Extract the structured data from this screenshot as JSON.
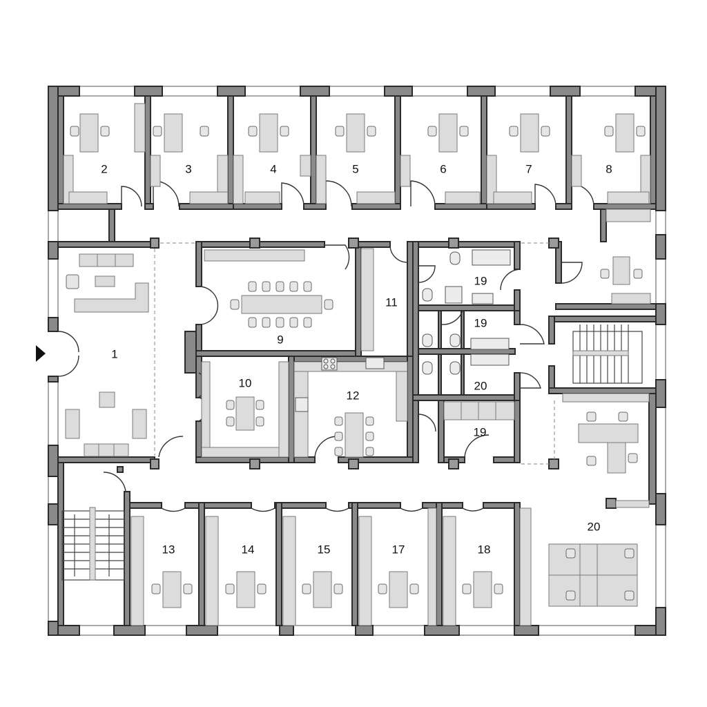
{
  "rooms": [
    {
      "id": "r1",
      "label": "1"
    },
    {
      "id": "r2",
      "label": "2"
    },
    {
      "id": "r3",
      "label": "3"
    },
    {
      "id": "r4",
      "label": "4"
    },
    {
      "id": "r5",
      "label": "5"
    },
    {
      "id": "r6",
      "label": "6"
    },
    {
      "id": "r7",
      "label": "7"
    },
    {
      "id": "r8",
      "label": "8"
    },
    {
      "id": "r9",
      "label": "9"
    },
    {
      "id": "r10",
      "label": "10"
    },
    {
      "id": "r11",
      "label": "11"
    },
    {
      "id": "r12",
      "label": "12"
    },
    {
      "id": "r13",
      "label": "13"
    },
    {
      "id": "r14",
      "label": "14"
    },
    {
      "id": "r15",
      "label": "15"
    },
    {
      "id": "r17",
      "label": "17"
    },
    {
      "id": "r18",
      "label": "18"
    },
    {
      "id": "r19a",
      "label": "19"
    },
    {
      "id": "r19b",
      "label": "19"
    },
    {
      "id": "r19c",
      "label": "19"
    },
    {
      "id": "r20a",
      "label": "20"
    },
    {
      "id": "r20b",
      "label": "20"
    }
  ],
  "icons": {
    "entrance": "entrance-arrow-icon",
    "staircase": "staircase-icon",
    "door": "door-swing-icon",
    "chair": "chair-icon",
    "desk": "desk-icon",
    "sofa": "sofa-icon",
    "sink": "sink-icon",
    "toilet": "toilet-icon",
    "stove": "stove-icon"
  },
  "colors": {
    "wall": "#8a8a8a",
    "furniture": "#dcdcdc",
    "outline": "#2a2a2a",
    "background": "#ffffff"
  }
}
